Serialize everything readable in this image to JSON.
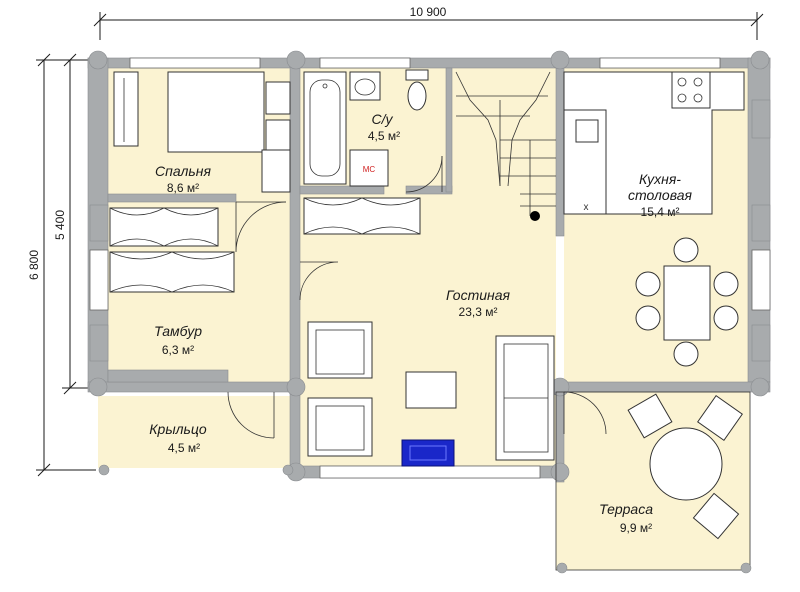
{
  "dimensions": {
    "width_total": "10 900",
    "height_total": "6 800",
    "height_inner": "5 400"
  },
  "rooms": {
    "bedroom": {
      "name": "Спальня",
      "area": "8,6 м²"
    },
    "bathroom": {
      "name": "С/у",
      "area": "4,5 м²"
    },
    "kitchen": {
      "name1": "Кухня-",
      "name2": "столовая",
      "area": "15,4 м²"
    },
    "living": {
      "name": "Гостиная",
      "area": "23,3 м²"
    },
    "vestibule": {
      "name": "Тамбур",
      "area": "6,3 м²"
    },
    "porch": {
      "name": "Крыльцо",
      "area": "4,5 м²"
    },
    "terrace": {
      "name": "Терраса",
      "area": "9,9 м²"
    }
  },
  "labels": {
    "mc": "МС",
    "stove_mark": "x"
  },
  "colors": {
    "floor": "#fbf3d2",
    "wall": "#a8abad",
    "tv": "#1a27c9"
  }
}
